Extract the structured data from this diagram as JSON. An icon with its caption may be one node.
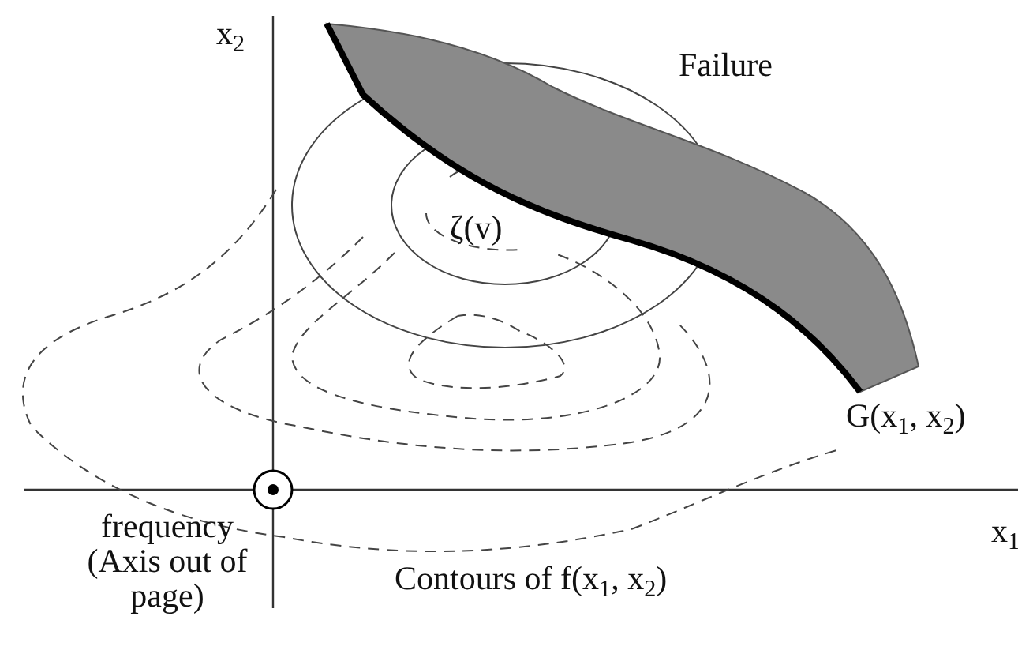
{
  "diagram": {
    "labels": [
      "x$_{2}$",
      "Failure",
      "ζ(v)",
      "G(x$_{1}$, x$_{2}$)",
      "x$_{1}$",
      "frequency (Axis out of page)",
      "Contours of f(x$_{1}$, x$_{2}$)"
    ]
  }
}
